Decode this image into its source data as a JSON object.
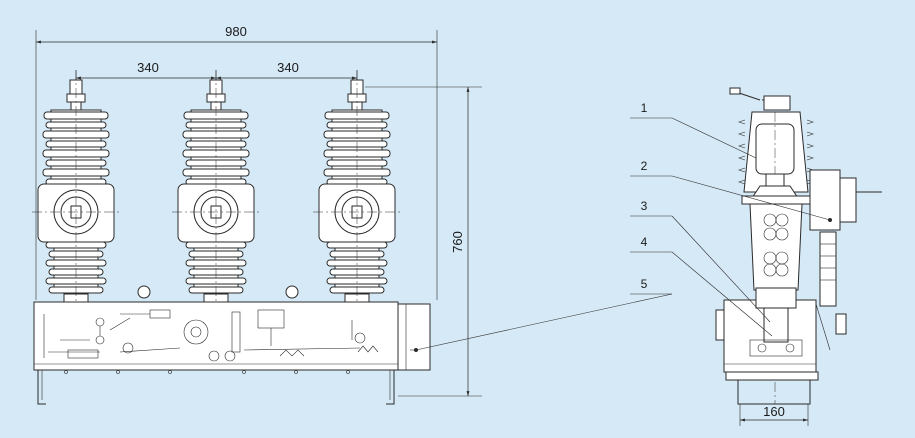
{
  "front_view": {
    "dim_total_width": "980",
    "dim_pole_spacing_left": "340",
    "dim_pole_spacing_right": "340",
    "dim_height": "760"
  },
  "side_view": {
    "dim_base_width": "160",
    "callouts": [
      "1",
      "2",
      "3",
      "4",
      "5"
    ]
  }
}
